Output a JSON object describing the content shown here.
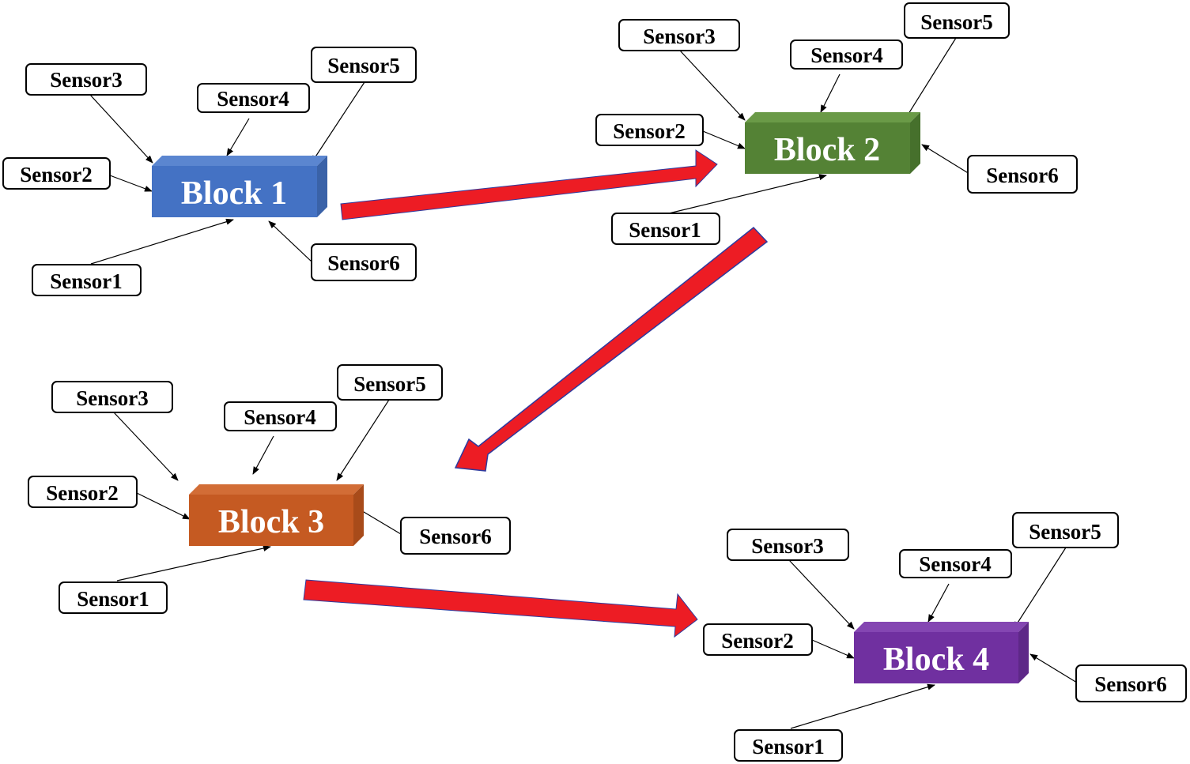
{
  "blocks": [
    {
      "label": "Block 1",
      "color": "#4472C4",
      "side": "#3A62A8",
      "top": "#5B86D0"
    },
    {
      "label": "Block 2",
      "color": "#548235",
      "side": "#46702C",
      "top": "#6A9A47"
    },
    {
      "label": "Block 3",
      "color": "#C55A22",
      "side": "#A84B1A",
      "top": "#D26D36"
    },
    {
      "label": "Block 4",
      "color": "#7030A0",
      "side": "#5E2888",
      "top": "#8446B2"
    }
  ],
  "sensors": {
    "s1": "Sensor1",
    "s2": "Sensor2",
    "s3": "Sensor3",
    "s4": "Sensor4",
    "s5": "Sensor5",
    "s6": "Sensor6"
  },
  "flow_arrow_color": "#ED1C24",
  "flow_arrow_outline": "#2E3A9E"
}
